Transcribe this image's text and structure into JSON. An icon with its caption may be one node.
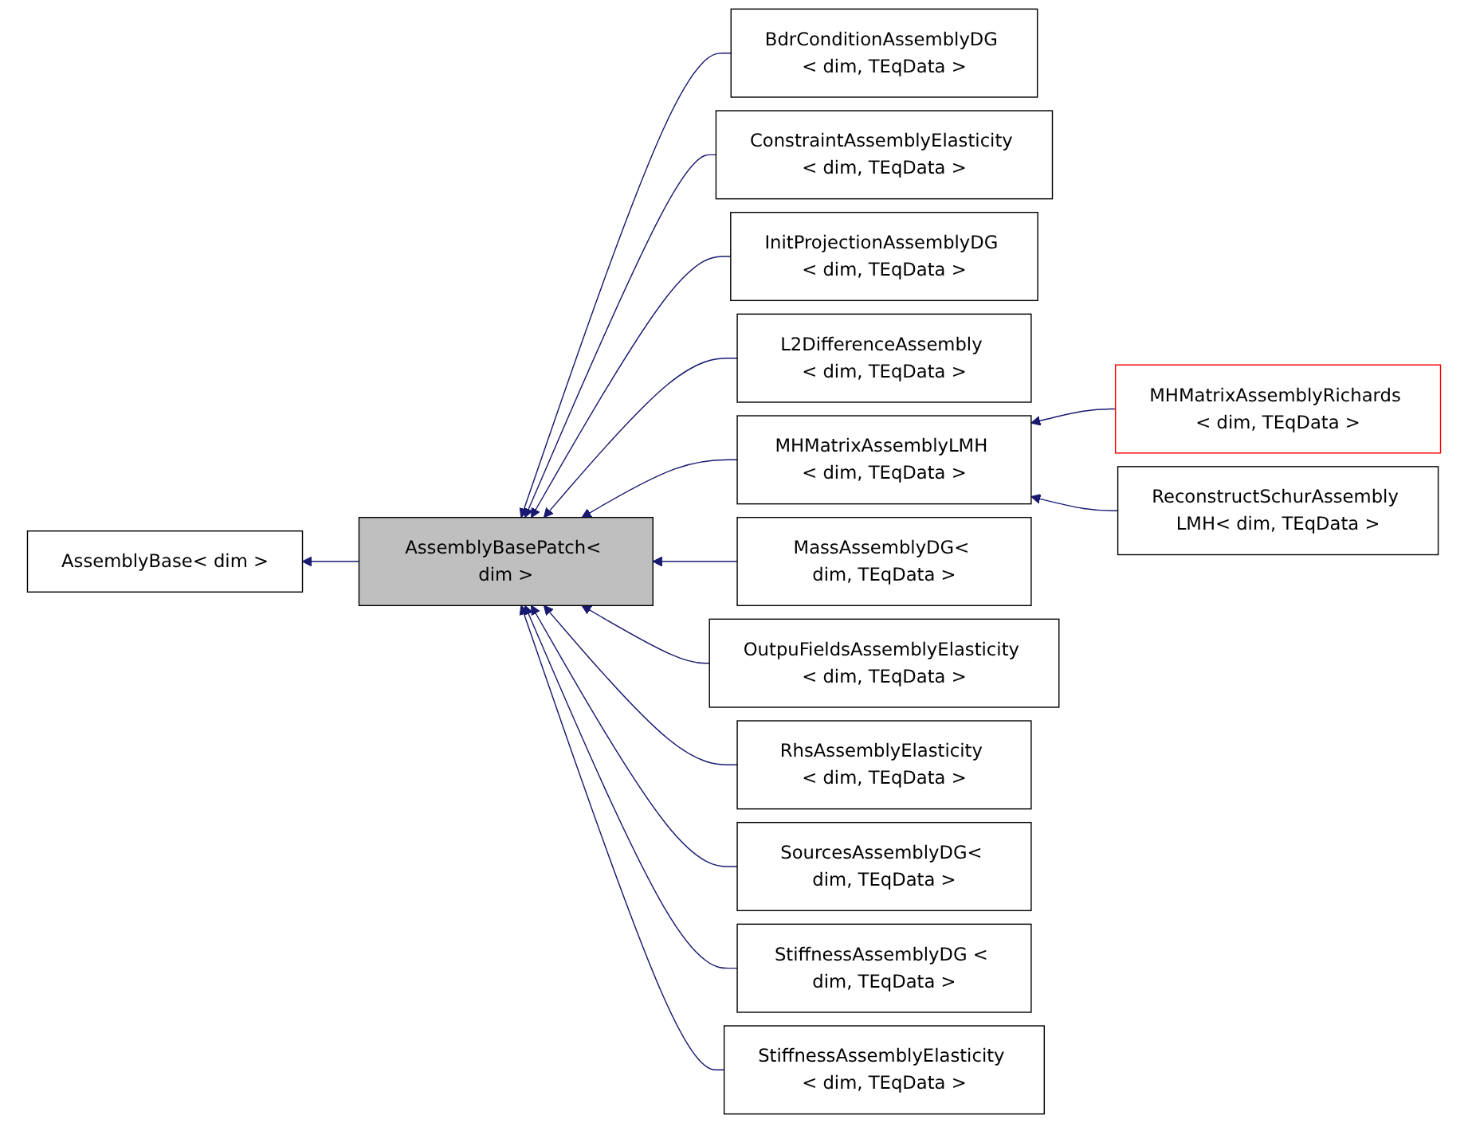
{
  "diagram": {
    "nodes": [
      {
        "text": [
          "AssemblyBase< dim >"
        ]
      },
      {
        "text": [
          "AssemblyBasePatch< dim >"
        ]
      },
      {
        "text": [
          "BdrConditionAssemblyDG < dim, TEqData >"
        ]
      },
      {
        "text": [
          "ConstraintAssemblyElasticity < dim, TEqData >"
        ]
      },
      {
        "text": [
          "InitProjectionAssemblyDG < dim, TEqData >"
        ]
      },
      {
        "text": [
          "L2DifferenceAssembly < dim, TEqData >"
        ]
      },
      {
        "text": [
          "MHMatrixAssemblyLMH < dim, TEqData >"
        ]
      },
      {
        "text": [
          "MHMatrixAssemblyRichards < dim, TEqData >"
        ]
      },
      {
        "text": [
          "ReconstructSchurAssembly LMH< dim, TEqData >"
        ]
      },
      {
        "text": [
          "MassAssemblyDG< dim, TEqData >"
        ]
      },
      {
        "text": [
          "OutpuFieldsAssemblyElasticity < dim, TEqData >"
        ]
      },
      {
        "text": [
          "RhsAssemblyElasticity < dim, TEqData >"
        ]
      },
      {
        "text": [
          "SourcesAssemblyDG< dim, TEqData >"
        ]
      },
      {
        "text": [
          "StiffnessAssemblyDG < dim, TEqData >"
        ]
      },
      {
        "text": [
          "StiffnessAssemblyElasticity < dim, TEqData >"
        ]
      }
    ],
    "edges": [
      {
        "from": 1,
        "to": 0,
        "arrow": "to"
      },
      {
        "from": 2,
        "to": 1,
        "arrow": "to"
      },
      {
        "from": 3,
        "to": 1,
        "arrow": "to"
      },
      {
        "from": 4,
        "to": 1,
        "arrow": "to"
      },
      {
        "from": 5,
        "to": 1,
        "arrow": "to"
      },
      {
        "from": 6,
        "to": 1,
        "arrow": "to"
      },
      {
        "from": 7,
        "to": 6,
        "arrow": "to"
      },
      {
        "from": 8,
        "to": 6,
        "arrow": "to"
      },
      {
        "from": 9,
        "to": 1,
        "arrow": "to"
      },
      {
        "from": 10,
        "to": 1,
        "arrow": "to"
      },
      {
        "from": 11,
        "to": 1,
        "arrow": "to"
      },
      {
        "from": 12,
        "to": 1,
        "arrow": "to"
      },
      {
        "from": 13,
        "to": 1,
        "arrow": "to"
      },
      {
        "from": 14,
        "to": 1,
        "arrow": "to"
      }
    ]
  }
}
